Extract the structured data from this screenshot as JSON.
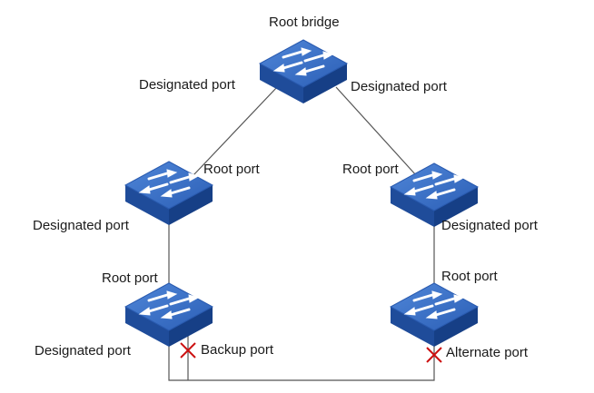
{
  "diagram": {
    "root_bridge_label": "Root bridge",
    "ports": {
      "root_designated_left": "Designated port",
      "root_designated_right": "Designated port",
      "mid_left_root": "Root port",
      "mid_left_designated": "Designated port",
      "mid_right_root": "Root port",
      "mid_right_designated": "Designated port",
      "bottom_left_root": "Root port",
      "bottom_left_designated": "Designated port",
      "bottom_left_backup": "Backup port",
      "bottom_right_root": "Root port",
      "bottom_right_alternate": "Alternate port"
    },
    "colors": {
      "switch_top": "#3a6fc4",
      "switch_side": "#1f4c9a",
      "switch_front": "#163f86",
      "link": "#555555",
      "blocked_marker": "#cc1111"
    },
    "icons": [
      "switch-icon",
      "blocked-x-icon"
    ]
  }
}
